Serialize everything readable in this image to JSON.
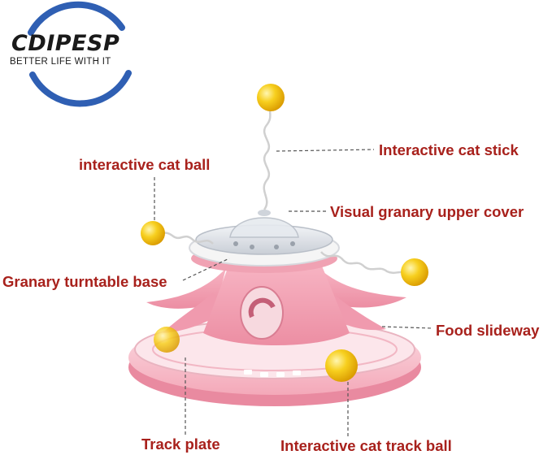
{
  "brand": {
    "name": "CDIPESP",
    "tagline": "BETTER LIFE WITH IT"
  },
  "labels": {
    "interactive_cat_stick": "Interactive cat stick",
    "interactive_cat_ball": "interactive cat ball",
    "visual_granary_upper_cover": "Visual granary upper cover",
    "granary_turntable_base": "Granary turntable base",
    "food_slideway": "Food slideway",
    "track_plate": "Track plate",
    "interactive_cat_track_ball": "Interactive cat track ball"
  },
  "colors": {
    "label_text": "#a8211c",
    "leader_line": "#555555",
    "logo_ring": "#2f5fb3",
    "toy_pink": "#f4a6b6",
    "ball_yellow": "#f5c518"
  }
}
